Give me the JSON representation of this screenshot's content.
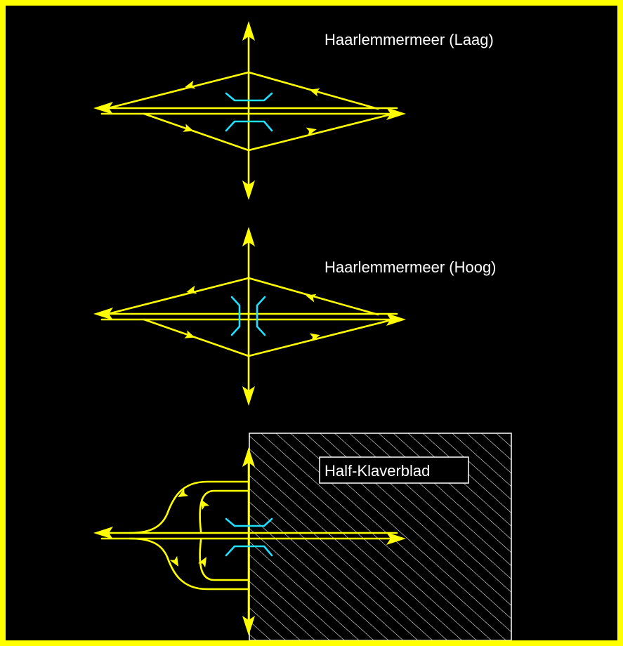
{
  "colors": {
    "frame": "#ffff00",
    "background": "#000000",
    "road": "#ffff00",
    "structure": "#22e0ff",
    "label": "#ffffff",
    "hatch": "#ffffff"
  },
  "diagrams": [
    {
      "id": "laag",
      "label": "Haarlemmermeer (Laag)"
    },
    {
      "id": "hoog",
      "label": "Haarlemmermeer (Hoog)"
    },
    {
      "id": "half-klaverblad",
      "label": "Half-Klaverblad"
    }
  ]
}
